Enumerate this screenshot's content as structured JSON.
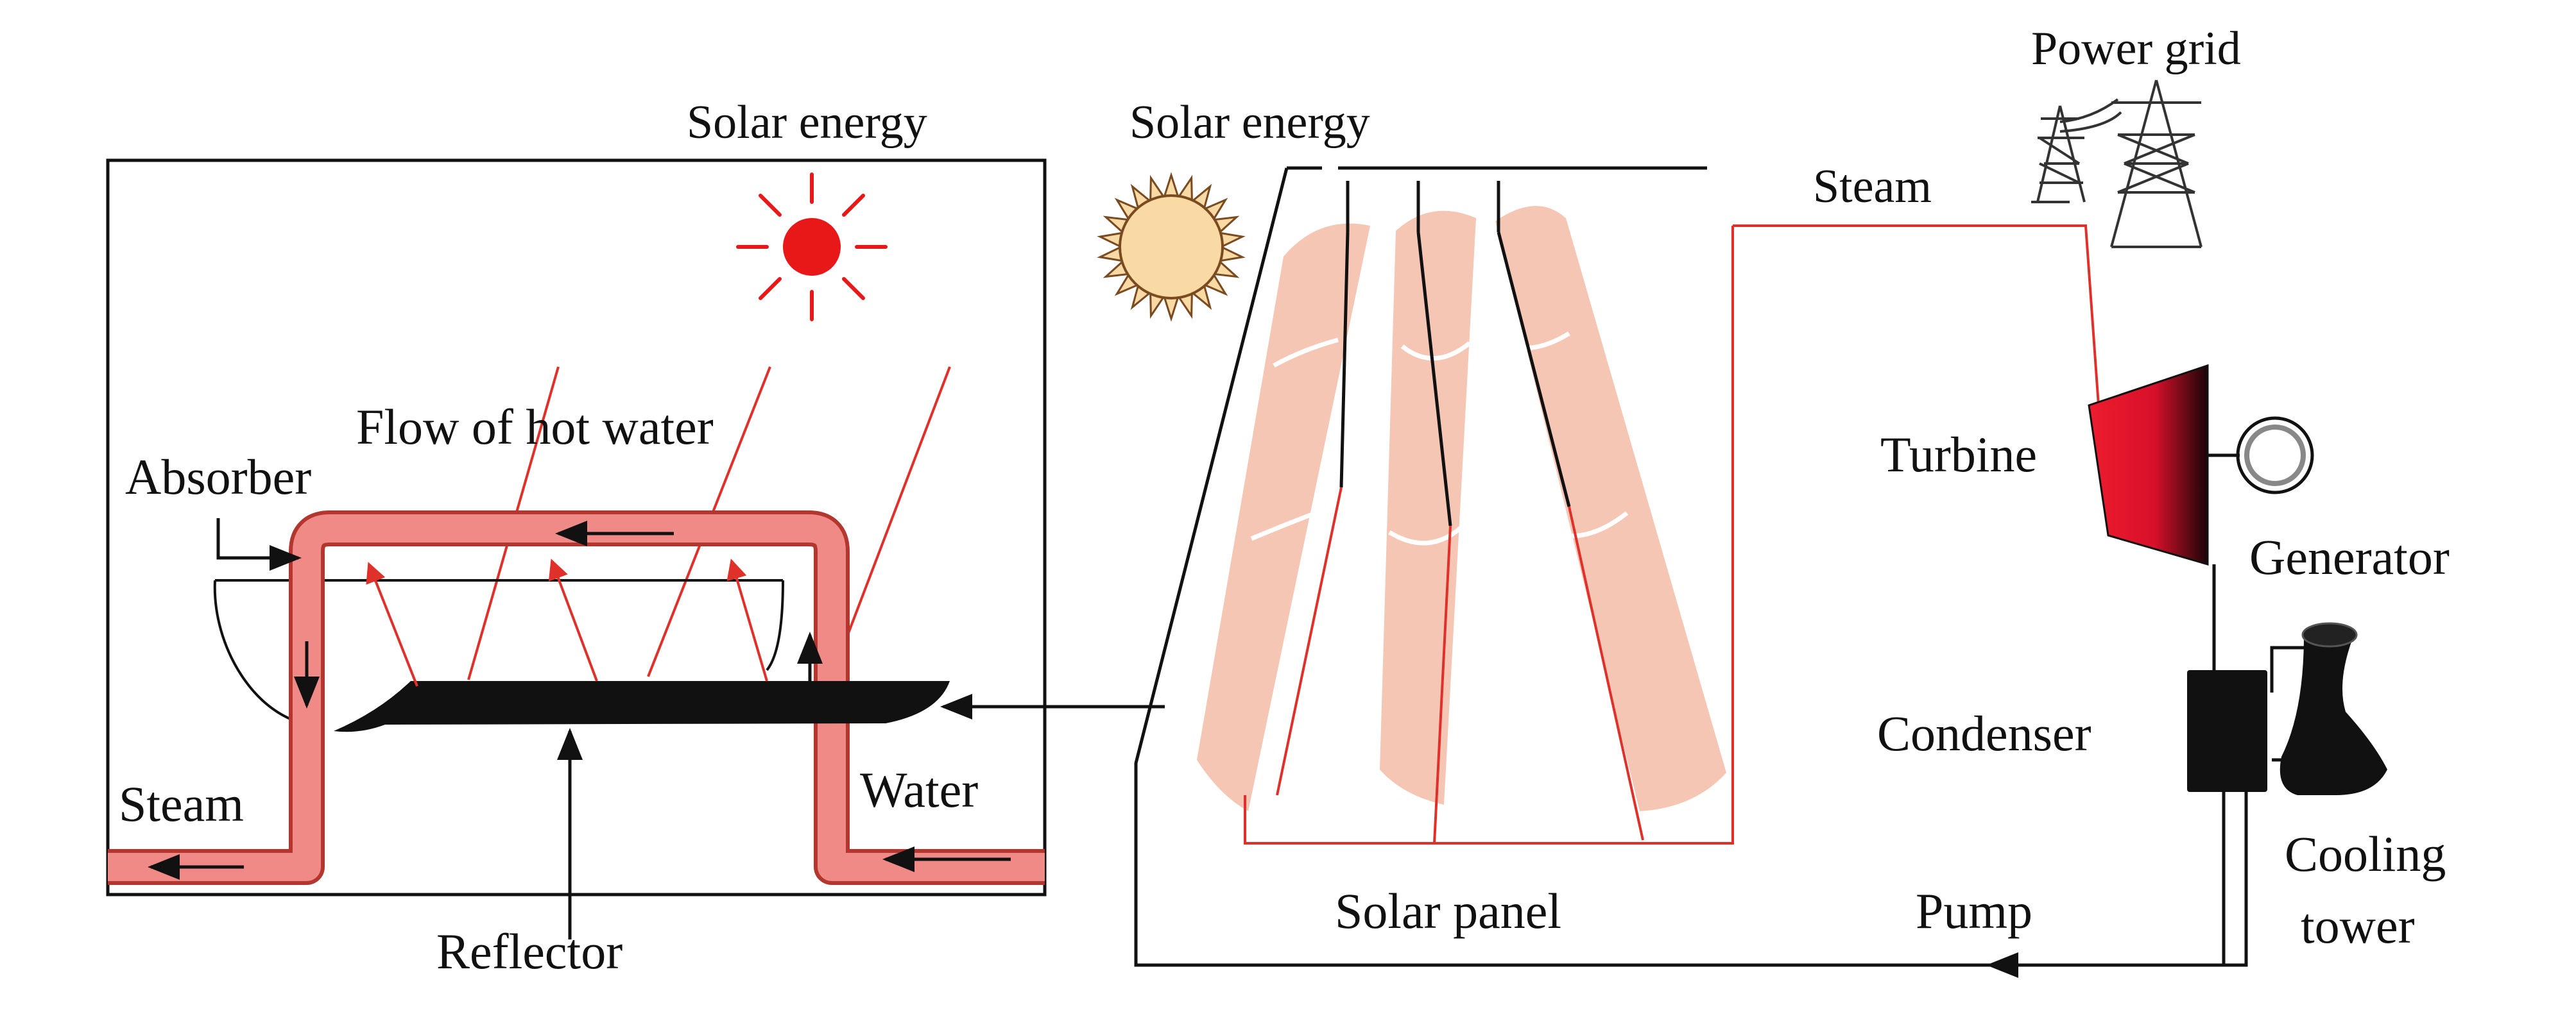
{
  "labels": {
    "solar_energy_left": "Solar energy",
    "solar_energy_right": "Solar energy",
    "power_grid": "Power grid",
    "steam_top": "Steam",
    "flow_of_hot_water": "Flow of hot water",
    "absorber": "Absorber",
    "steam_left": "Steam",
    "water": "Water",
    "reflector": "Reflector",
    "solar_panel": "Solar panel",
    "turbine": "Turbine",
    "generator": "Generator",
    "condenser": "Condenser",
    "cooling_line1": "Cooling",
    "cooling_line2": "tower",
    "pump": "Pump"
  },
  "colors": {
    "pipe_fill": "#f08a86",
    "pipe_stroke": "#b3362f",
    "sun_red": "#e81818",
    "panel_fill": "#f6c6b4",
    "steam_line": "#e0302a",
    "black": "#111111"
  }
}
